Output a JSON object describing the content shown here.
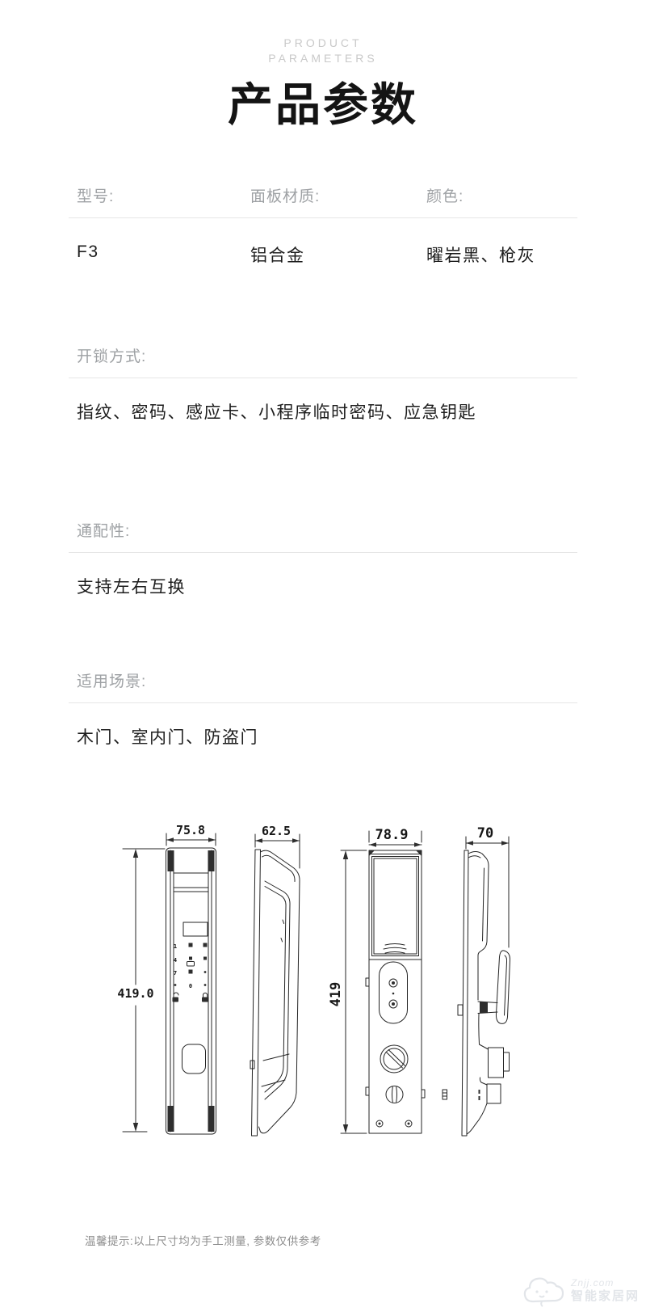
{
  "header": {
    "eyebrow_line1": "PRODUCT",
    "eyebrow_line2": "PARAMETERS",
    "title": "产品参数"
  },
  "spec_table": {
    "columns": [
      {
        "label": "型号:",
        "value": "F3"
      },
      {
        "label": "面板材质:",
        "value": "铝合金"
      },
      {
        "label": "颜色:",
        "value": "曜岩黑、枪灰"
      }
    ]
  },
  "spec_sections": [
    {
      "label": "开锁方式:",
      "value": "指纹、密码、感应卡、小程序临时密码、应急钥匙"
    },
    {
      "label": "通配性:",
      "value": "支持左右互换"
    },
    {
      "label": "适用场景:",
      "value": "木门、室内门、防盗门"
    }
  ],
  "drawings": {
    "front": {
      "width_mm": "75.8",
      "height_mm": "419.0"
    },
    "side_left": {
      "depth_mm": "62.5"
    },
    "rear": {
      "width_mm": "78.9",
      "height_mm": "419"
    },
    "side_right": {
      "depth_mm": "70"
    },
    "keypad": {
      "digits": [
        "1",
        "4",
        "7",
        "0"
      ]
    }
  },
  "footer": {
    "note": "温馨提示:以上尺寸均为手工测量, 参数仅供参考"
  },
  "watermark": {
    "site": "Znjj.com",
    "name": "智能家居网"
  },
  "colors": {
    "background": "#ffffff",
    "eyebrow_gray": "#c9c9c9",
    "label_gray": "#9ea1a4",
    "text_black": "#1d1d1d",
    "divider": "#e6e6e6",
    "drawing_line": "#242424",
    "watermark_gray": "#e2e5e9"
  }
}
